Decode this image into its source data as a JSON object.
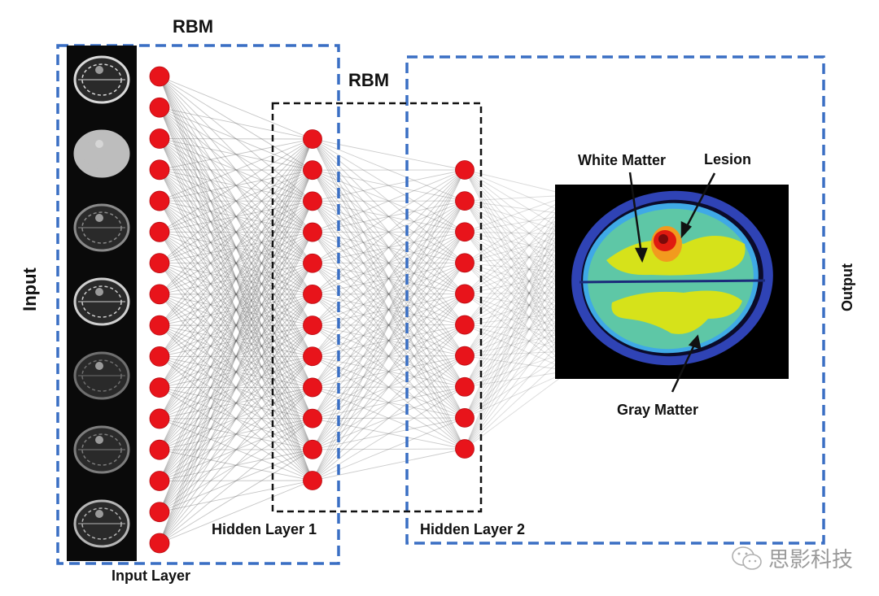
{
  "labels": {
    "rbm_top": "RBM",
    "rbm_middle": "RBM",
    "input_side": "Input",
    "output_side": "Output",
    "input_layer": "Input Layer",
    "hidden_layer_1": "Hidden Layer 1",
    "hidden_layer_2": "Hidden Layer 2",
    "white_matter": "White Matter",
    "lesion": "Lesion",
    "gray_matter": "Gray Matter"
  },
  "network": {
    "input_layer_nodes": 16,
    "hidden_layer_1_nodes": 12,
    "hidden_layer_2_nodes": 10,
    "input_mri_slices": 7
  },
  "colors": {
    "node": "#e8141b",
    "edge": "#555555",
    "rbm_outer_box": "#3a6fc4",
    "rbm_inner_box": "#111111",
    "seg_csf": "#2f43b5",
    "seg_gray": "#5ec7a6",
    "seg_white": "#d6e21a",
    "seg_lesion": "#e01a10",
    "seg_edema": "#f29a1e"
  },
  "watermark": {
    "icon": "wechat-icon",
    "text": "思影科技"
  }
}
